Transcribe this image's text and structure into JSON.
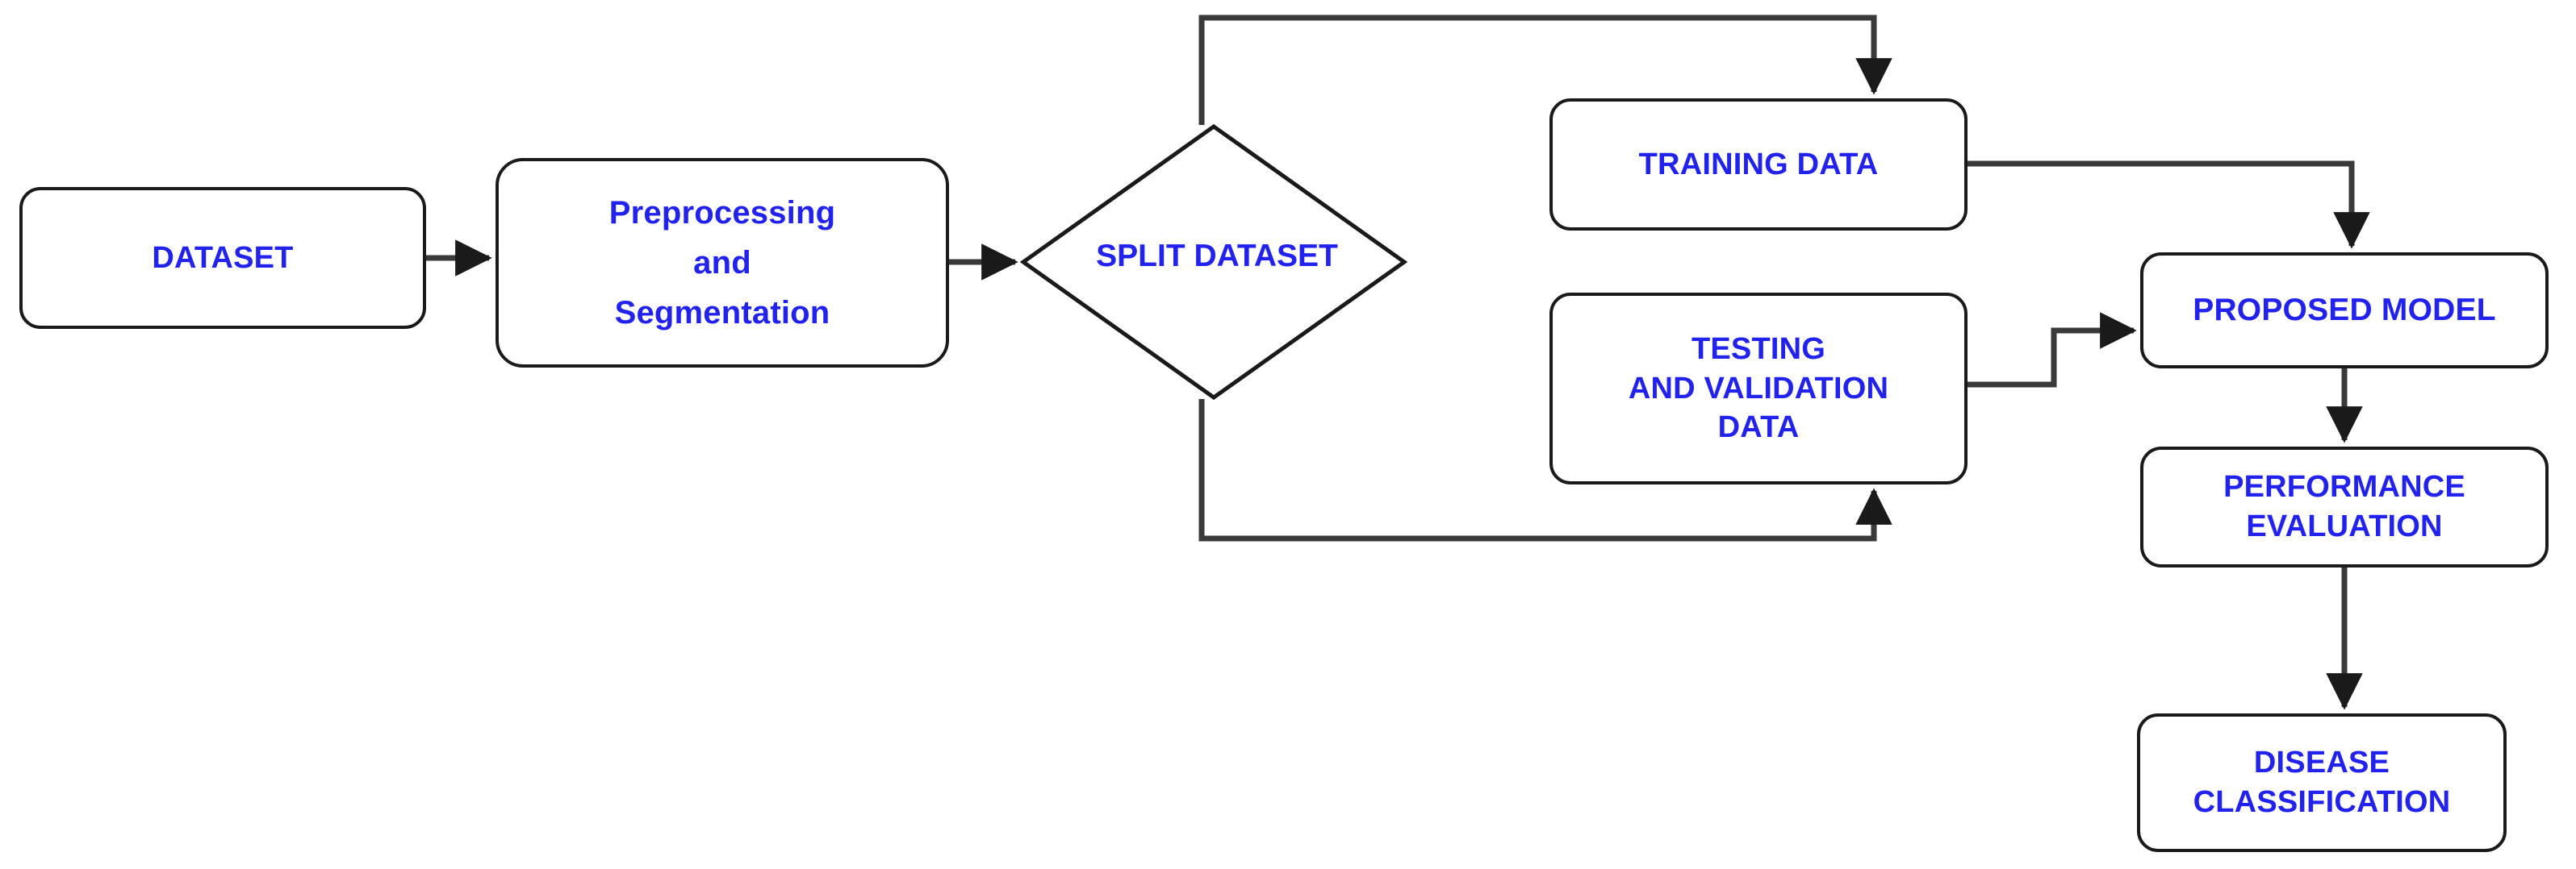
{
  "diagram": {
    "title": "Disease classification pipeline flowchart",
    "accent_text_color": "#2222ee",
    "stroke_color": "#1a1a1a",
    "background_color": "#ffffff",
    "nodes": [
      {
        "id": "dataset",
        "label": "DATASET",
        "shape": "rounded-rectangle"
      },
      {
        "id": "preprocessing",
        "label": "Preprocessing\nand\nSegmentation",
        "shape": "rounded-rectangle"
      },
      {
        "id": "split",
        "label": "SPLIT DATASET",
        "shape": "diamond"
      },
      {
        "id": "training",
        "label": "TRAINING DATA",
        "shape": "rounded-rectangle"
      },
      {
        "id": "testing",
        "label": "TESTING\nAND VALIDATION\nDATA",
        "shape": "rounded-rectangle"
      },
      {
        "id": "proposed",
        "label": "PROPOSED MODEL",
        "shape": "rounded-rectangle"
      },
      {
        "id": "performance",
        "label": "PERFORMANCE\nEVALUATION",
        "shape": "rounded-rectangle"
      },
      {
        "id": "disease",
        "label": "DISEASE\nCLASSIFICATION",
        "shape": "rounded-rectangle"
      }
    ],
    "edges": [
      {
        "id": "dataset-to-preprocessing",
        "from": "dataset",
        "to": "preprocessing",
        "style": "straight-arrow"
      },
      {
        "id": "preprocessing-to-split",
        "from": "preprocessing",
        "to": "split",
        "style": "straight-arrow"
      },
      {
        "id": "split-to-training",
        "from": "split",
        "to": "training",
        "style": "orthogonal-arrow"
      },
      {
        "id": "split-to-testing",
        "from": "split",
        "to": "testing",
        "style": "orthogonal-arrow"
      },
      {
        "id": "training-to-proposed",
        "from": "training",
        "to": "proposed",
        "style": "orthogonal-arrow"
      },
      {
        "id": "testing-to-proposed",
        "from": "testing",
        "to": "proposed",
        "style": "orthogonal-arrow"
      },
      {
        "id": "proposed-to-performance",
        "from": "proposed",
        "to": "performance",
        "style": "straight-arrow"
      },
      {
        "id": "performance-to-disease",
        "from": "performance",
        "to": "disease",
        "style": "straight-arrow"
      }
    ]
  }
}
